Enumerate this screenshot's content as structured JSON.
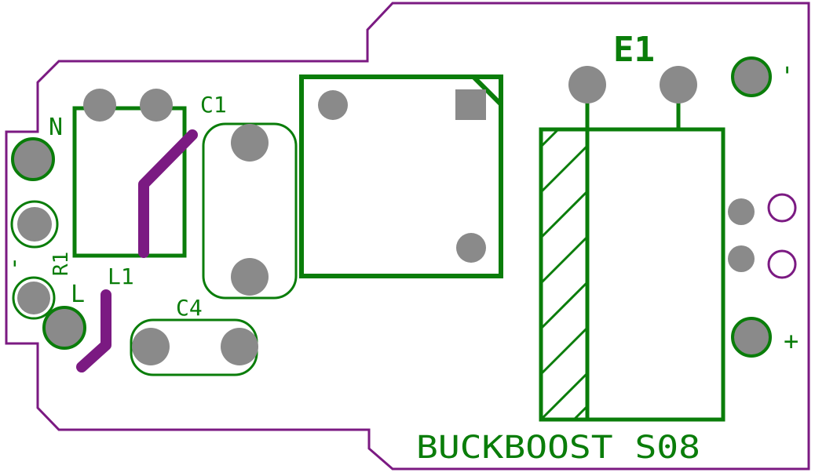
{
  "board": {
    "outline_color": "#7b1a82",
    "silkscreen_color": "#0a7d0a",
    "pad_color": "#8a8a8a",
    "trace_color": "#7b1a82"
  },
  "labels": {
    "e1": "E1",
    "c1": "C1",
    "c4": "C4",
    "l1": "L1",
    "r1": "R1",
    "n": "N",
    "l": "L",
    "minus": "-",
    "plus": "+",
    "tick": "'",
    "title": "BUCKBOOST S08"
  }
}
